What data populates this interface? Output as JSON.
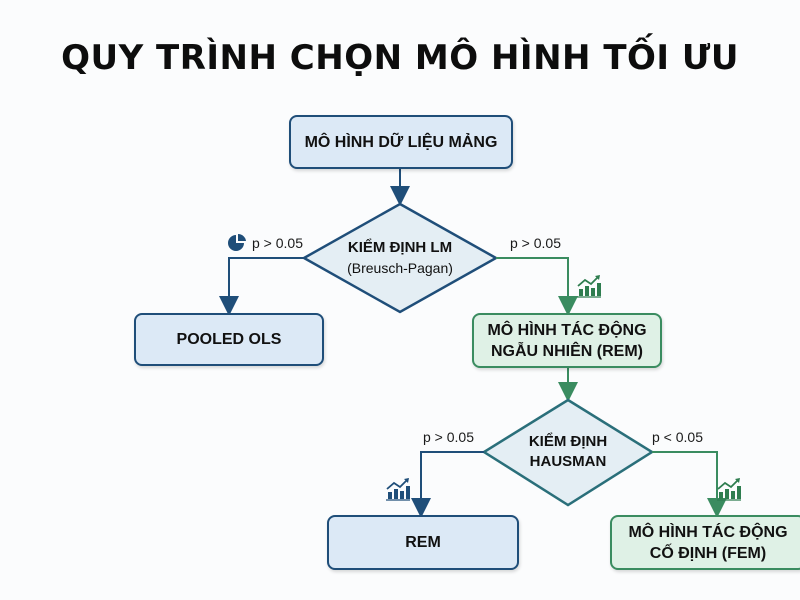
{
  "title": "QUY TRÌNH CHỌN MÔ HÌNH TỐI ƯU",
  "colors": {
    "blue_border": "#1f4e79",
    "blue_fill": "#dce9f6",
    "green_border": "#3a8c60",
    "green_fill": "#dff1e6",
    "diamond_fill": "#e4eef4"
  },
  "nodes": {
    "start": {
      "label": "MÔ HÌNH DỮ LIỆU MẢNG"
    },
    "lm_test": {
      "title": "KIỂM ĐỊNH LM",
      "subtitle": "(Breusch-Pagan)"
    },
    "pooled": {
      "label": "POOLED OLS"
    },
    "rem_model": {
      "line1": "MÔ HÌNH TÁC ĐỘNG",
      "line2": "NGẪU NHIÊN (REM)"
    },
    "hausman": {
      "line1": "KIỂM ĐỊNH",
      "line2": "HAUSMAN"
    },
    "rem": {
      "label": "REM"
    },
    "fem": {
      "line1": "MÔ HÌNH TÁC ĐỘNG",
      "line2": "CỐ ĐỊNH (FEM)"
    }
  },
  "edges": {
    "lm_left": "p > 0.05",
    "lm_right": "p > 0.05",
    "hausman_left": "p > 0.05",
    "hausman_right": "p < 0.05"
  },
  "icons": [
    "pie-chart-icon",
    "growth-chart-icon",
    "growth-chart-icon",
    "growth-chart-icon"
  ]
}
